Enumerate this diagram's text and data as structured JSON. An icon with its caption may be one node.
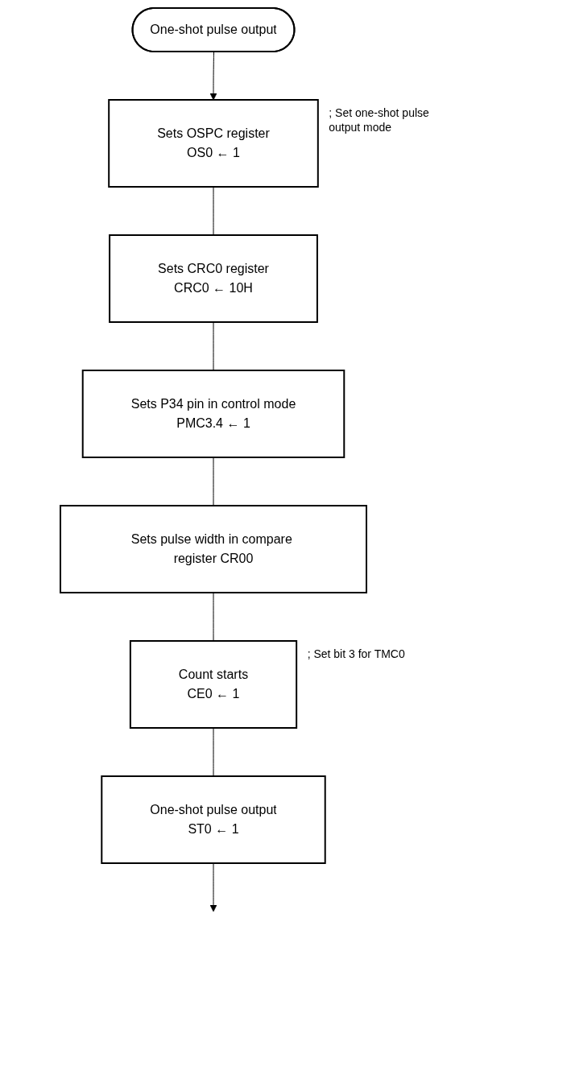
{
  "diagram": {
    "nodes": [
      {
        "text": [
          "One-shot pulse output"
        ]
      },
      {
        "text": [
          "Sets OSPC register",
          "OS0 ← 1"
        ],
        "beside": [
          "; Set one-shot pulse output mode"
        ]
      },
      {
        "text": [
          "Sets CRC0 register",
          "CRC0 ← 10H"
        ]
      },
      {
        "text": [
          "Sets P34 pin in control mode",
          "PMC3.4 ← 1"
        ]
      },
      {
        "text": [
          "Sets pulse width in compare register CR00"
        ]
      },
      {
        "text": [
          "Count starts",
          "CE0 ← 1"
        ],
        "beside": [
          "; Set bit 3 for TMC0"
        ]
      },
      {
        "text": [
          "One-shot pulse output",
          "ST0 ← 1"
        ]
      }
    ],
    "edges": [
      {
        "from": 0,
        "to": 1,
        "arrow": "to"
      },
      {
        "from": 1,
        "to": 2,
        "arrow": "none"
      },
      {
        "from": 2,
        "to": 3,
        "arrow": "none"
      },
      {
        "from": 3,
        "to": 4,
        "arrow": "none"
      },
      {
        "from": 4,
        "to": 5,
        "arrow": "none"
      },
      {
        "from": 5,
        "to": 6,
        "arrow": "none"
      },
      {
        "from": 6,
        "to": null,
        "arrow": "to"
      }
    ]
  }
}
